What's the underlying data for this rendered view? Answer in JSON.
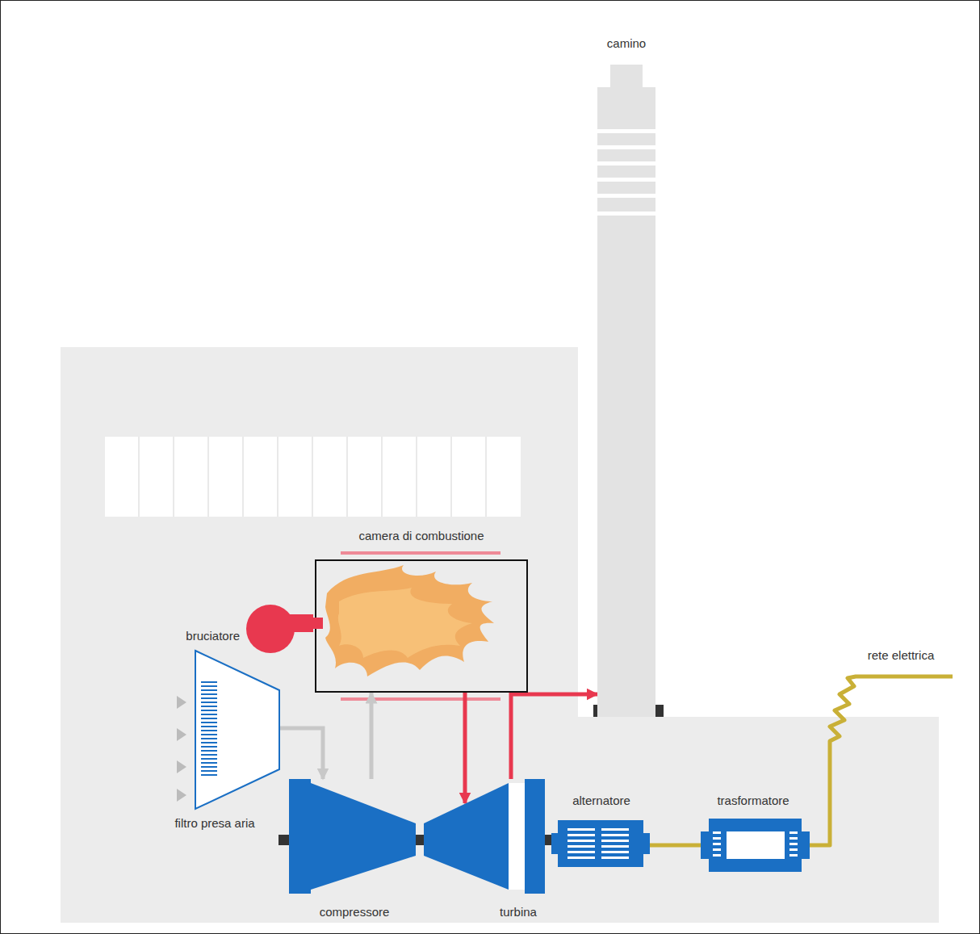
{
  "diagram": {
    "nodes": [
      {
        "text": [
          "camino"
        ]
      },
      {
        "text": [
          "camera di combustione"
        ]
      },
      {
        "text": [
          "bruciatore"
        ]
      },
      {
        "text": [
          "filtro presa aria"
        ]
      },
      {
        "text": [
          "compressore"
        ]
      },
      {
        "text": [
          "turbina"
        ]
      },
      {
        "text": [
          "alternatore"
        ]
      },
      {
        "text": [
          "trasformatore"
        ]
      }
    ],
    "edges": [
      {
        "from": 3,
        "to": 4,
        "arrow": "to"
      },
      {
        "from": 4,
        "to": 1,
        "arrow": "to"
      },
      {
        "from": 1,
        "to": 5,
        "arrow": "to"
      },
      {
        "from": 5,
        "to": 0,
        "arrow": "to"
      },
      {
        "from": 6,
        "to": 7,
        "arrow": "none"
      }
    ],
    "labels": [
      "rete elettrica"
    ]
  }
}
